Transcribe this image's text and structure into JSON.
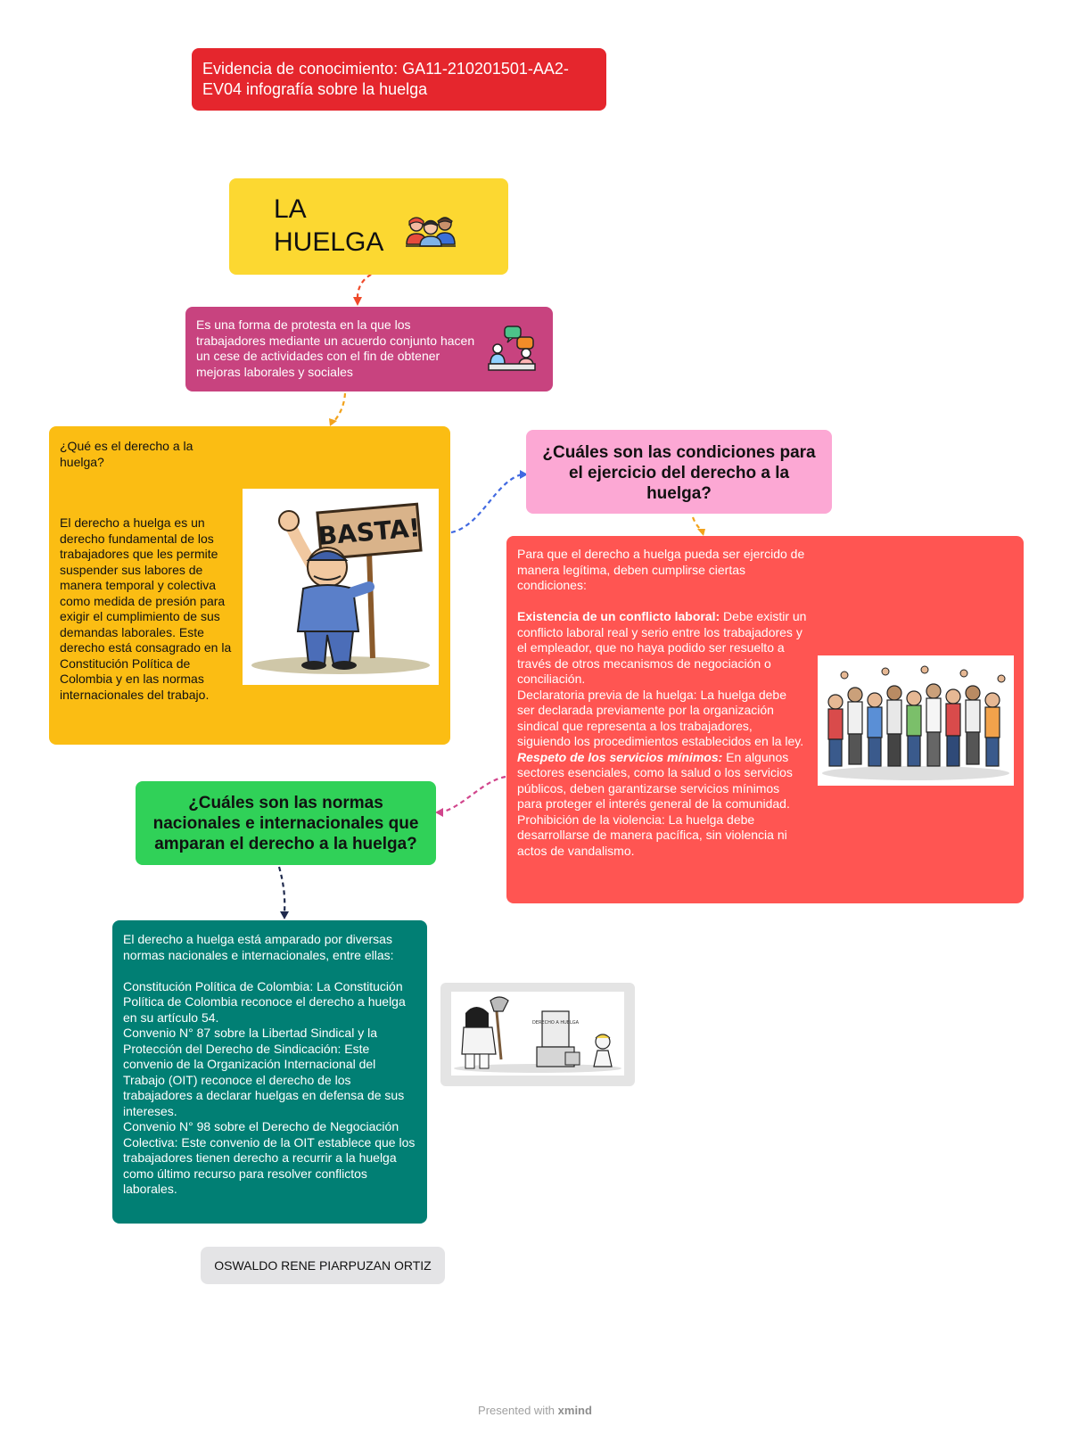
{
  "evidence": {
    "text": "Evidencia de conocimiento: GA11-210201501-AA2-EV04 infografía sobre la huelga"
  },
  "title": {
    "text": "LA HUELGA",
    "icon": "people-icon"
  },
  "definition": {
    "text": "Es una forma de protesta en la que los trabajadores mediante un acuerdo conjunto hacen un cese de actividades con el fin de obtener mejoras laborales y sociales",
    "icon": "dialogue-icon"
  },
  "derecho": {
    "question": "¿Qué es el derecho a la huelga?",
    "answer": "El derecho a huelga es un derecho fundamental de los trabajadores que les permite suspender sus labores de manera temporal y colectiva como medida de presión para exigir el cumplimiento de sus demandas laborales. Este derecho está consagrado en la Constitución Política de Colombia y en las normas internacionales del trabajo.",
    "image": "basta-protester-cartoon",
    "sign_text": "BASTA!"
  },
  "condiciones": {
    "question": "¿Cuáles son las condiciones para el ejercicio del derecho a la huelga?",
    "intro": "Para que el derecho a huelga pueda ser ejercido de manera legítima, deben cumplirse ciertas condiciones:",
    "item1_title": "Existencia de un conflicto laboral:",
    "item1_text": " Debe existir un conflicto laboral real y serio entre los trabajadores y el empleador, que no haya podido ser resuelto a través de otros mecanismos de negociación o conciliación.",
    "item2_text": "Declaratoria previa de la huelga: La huelga debe ser declarada previamente por la organización sindical que representa a los trabajadores, siguiendo los procedimientos establecidos en la ley.",
    "item3_title": "Respeto de los servicios mínimos:",
    "item3_text": " En algunos sectores esenciales, como la salud o los servicios públicos, deben garantizarse servicios mínimos para proteger el interés general de la comunidad.",
    "item4_text": "Prohibición de la violencia: La huelga debe desarrollarse de manera pacífica, sin violencia ni actos de vandalismo.",
    "image": "marching-crowd-illustration"
  },
  "normas": {
    "question": "¿Cuáles son las normas nacionales e internacionales que amparan el derecho a la huelga?",
    "text": "El derecho a huelga está amparado por diversas normas nacionales e internacionales, entre ellas:\n\nConstitución Política de Colombia: La Constitución Política de Colombia reconoce el derecho a huelga en su artículo 54.\nConvenio N° 87 sobre la Libertad Sindical y la Protección del Derecho de Sindicación: Este convenio de la Organización Internacional del Trabajo (OIT) reconoce el derecho de los trabajadores a declarar huelgas en defensa de sus intereses.\nConvenio N° 98 sobre el Derecho de Negociación Colectiva: Este convenio de la OIT establece que los trabajadores tienen derecho a recurrir a la huelga como último recurso para resolver conflictos laborales.",
    "image": "executioner-cartoon",
    "cartoon_label": "DERECHO A HUELGA"
  },
  "author": {
    "text": "OSWALDO RENE PIARPUZAN ORTIZ"
  },
  "footer": {
    "prefix": "Presented with ",
    "brand": "xmind"
  },
  "colors": {
    "evidence": "#e5262d",
    "title": "#fcd831",
    "definition": "#c8437f",
    "derecho": "#fbbd13",
    "condiciones_question": "#fca8d4",
    "condiciones": "#ff5552",
    "normas_question": "#30d158",
    "normas": "#017f74",
    "author": "#e4e4e6"
  }
}
